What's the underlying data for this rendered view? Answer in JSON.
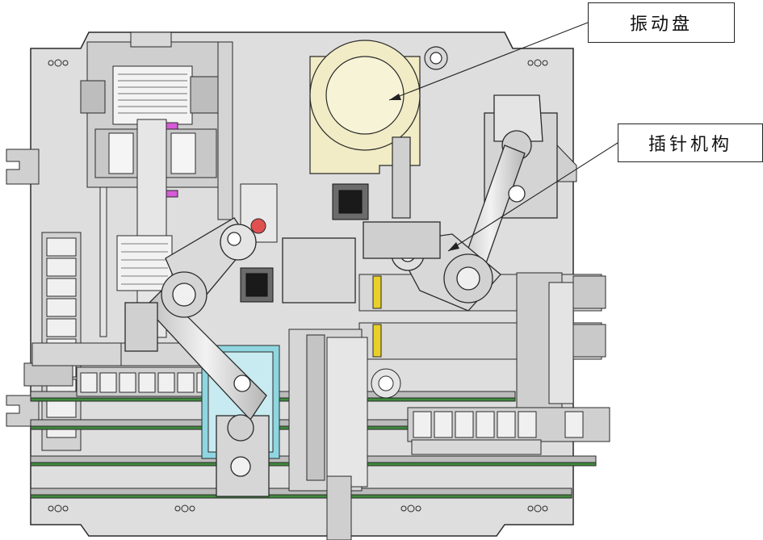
{
  "callouts": [
    {
      "label": "振动盘",
      "target": "vibratory-bowl-feeder"
    },
    {
      "label": "插针机构",
      "target": "pin-insertion-mechanism"
    }
  ],
  "colors": {
    "frame": "#dcdcdc",
    "line": "#2a2a2a",
    "robot_arm": "#d6d6d6",
    "bowl": "#f1ecc5",
    "conveyor_belt": "#3f8a3c",
    "tray": "#ececec",
    "accent_pink": "#d65bd6",
    "accent_red": "#e05050",
    "accent_yellow": "#e8d028",
    "accent_cyan": "#8fd6e0"
  }
}
